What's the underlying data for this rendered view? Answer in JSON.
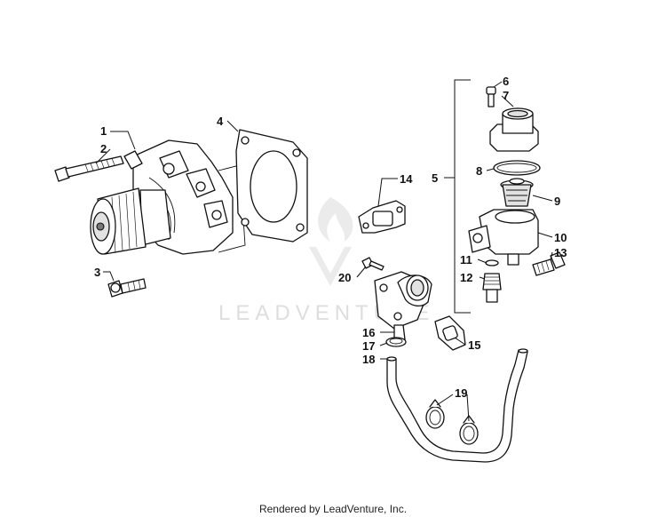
{
  "watermark": {
    "text": "LEADVENTURE",
    "logo_icon": "leadventure-flame-logo"
  },
  "footer": {
    "text": "Rendered by LeadVenture, Inc."
  },
  "callouts": [
    "1",
    "2",
    "3",
    "4",
    "5",
    "6",
    "7",
    "8",
    "9",
    "10",
    "11",
    "12",
    "13",
    "14",
    "15",
    "16",
    "17",
    "18",
    "19",
    "20"
  ]
}
